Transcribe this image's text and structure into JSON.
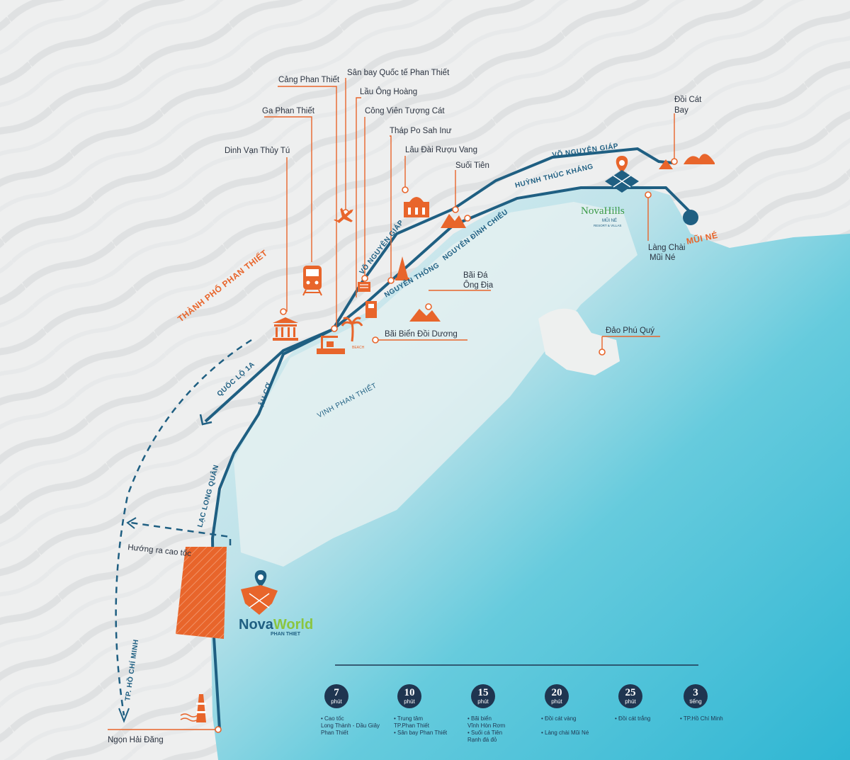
{
  "brand_colors": {
    "orange": "#e8652b",
    "navy": "#1f5f82",
    "teal_water": "#5cc8dc",
    "sand": "#eef0ef"
  },
  "city_label": "THÀNH PHỐ PHAN THIẾT",
  "bay_label": "VỊNH PHAN THIẾT",
  "roads": {
    "vo_nguyen_giap_top": "VÕ NGUYÊN GIÁP",
    "huynh_thuc_khang": "HUỲNH THÚC KHÁNG",
    "nguyen_dinh_chieu": "NGUYỄN ĐÌNH CHIỂU",
    "vo_nguyen_giap_side": "VÕ NGUYÊN GIÁP",
    "nguyen_thong": "NGUYỄN THÔNG",
    "quoc_lo_1a": "QUỐC LỘ 1A",
    "au_co": "ÂU CƠ",
    "lac_long_quan": "LẠC LONG QUÂN",
    "tp_hcm": "TP. HỒ CHÍ MINH"
  },
  "places": {
    "cang_phan_thiet": "Cảng Phan Thiết",
    "san_bay": "Sân bay Quốc tế Phan Thiết",
    "lau_ong_hoang": "Lầu Ông Hoàng",
    "cong_vien": "Công Viên Tượng Cát",
    "thap_po_sah_inu": "Tháp Po Sah Inư",
    "lau_dai_ruou_vang": "Lâu Đài Rượu Vang",
    "suoi_tien": "Suối Tiên",
    "ga_phan_thiet": "Ga Phan Thiết",
    "dinh_van_thuy_tu": "Dinh Vạn Thủy Tú",
    "doi_cat_bay_1": "Đồi Cát",
    "doi_cat_bay_2": "Bay",
    "lang_chai_1": "Làng Chài",
    "lang_chai_2": "Mũi Né",
    "mui_ne": "MŨI NÉ",
    "bai_da_ong_dia_1": "Bãi Đá",
    "bai_da_ong_dia_2": "Ông Địa",
    "bai_bien_doi_duong": "Bãi Biển Đồi Dương",
    "dao_phu_quy": "Đảo Phú Quý",
    "huong_ra_cao_toc": "Hướng ra cao tốc",
    "ngon_hai_dang": "Ngọn Hải Đăng",
    "beach_tag": "BEACH"
  },
  "novahills": {
    "name": "NovaHills",
    "sub1": "MŨI NÉ",
    "sub2": "RESORT & VILLAS"
  },
  "novaworld": {
    "name_a": "Nova",
    "name_b": "World",
    "sub": "PHAN THIET"
  },
  "timeline": [
    {
      "num": "7",
      "unit": "phút",
      "items": [
        "• Cao tốc",
        "Long Thành - Dầu Giây",
        "Phan Thiết"
      ]
    },
    {
      "num": "10",
      "unit": "phút",
      "items": [
        "• Trung tâm",
        "TP.Phan Thiết",
        "• Sân bay Phan Thiết"
      ]
    },
    {
      "num": "15",
      "unit": "phút",
      "items": [
        "• Bãi biển",
        "Vĩnh Hòn Rơm",
        "• Suối cá Tiên",
        "Rạnh đá đỏ"
      ]
    },
    {
      "num": "20",
      "unit": "phút",
      "items": [
        "• Đồi cát vàng",
        "",
        "• Làng chài Mũi Né"
      ]
    },
    {
      "num": "25",
      "unit": "phút",
      "items": [
        "• Đồi cát trắng"
      ]
    },
    {
      "num": "3",
      "unit": "tiếng",
      "items": [
        "• TP.Hồ Chí Minh"
      ]
    }
  ]
}
